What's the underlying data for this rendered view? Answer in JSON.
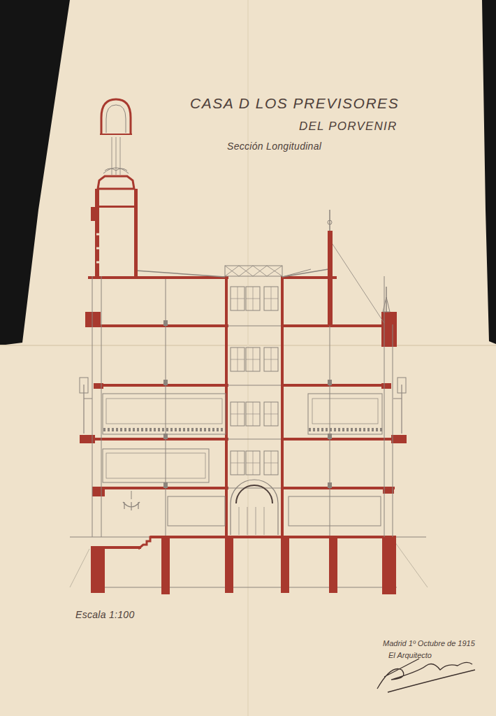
{
  "diagram": {
    "title": "CASA D LOS PREVISORES",
    "labels": [
      "DEL PORVENIR",
      "Sección Longitudinal",
      "Escala 1:100",
      "Madrid 1º Octubre de 1915",
      "El Arquitecto"
    ]
  }
}
